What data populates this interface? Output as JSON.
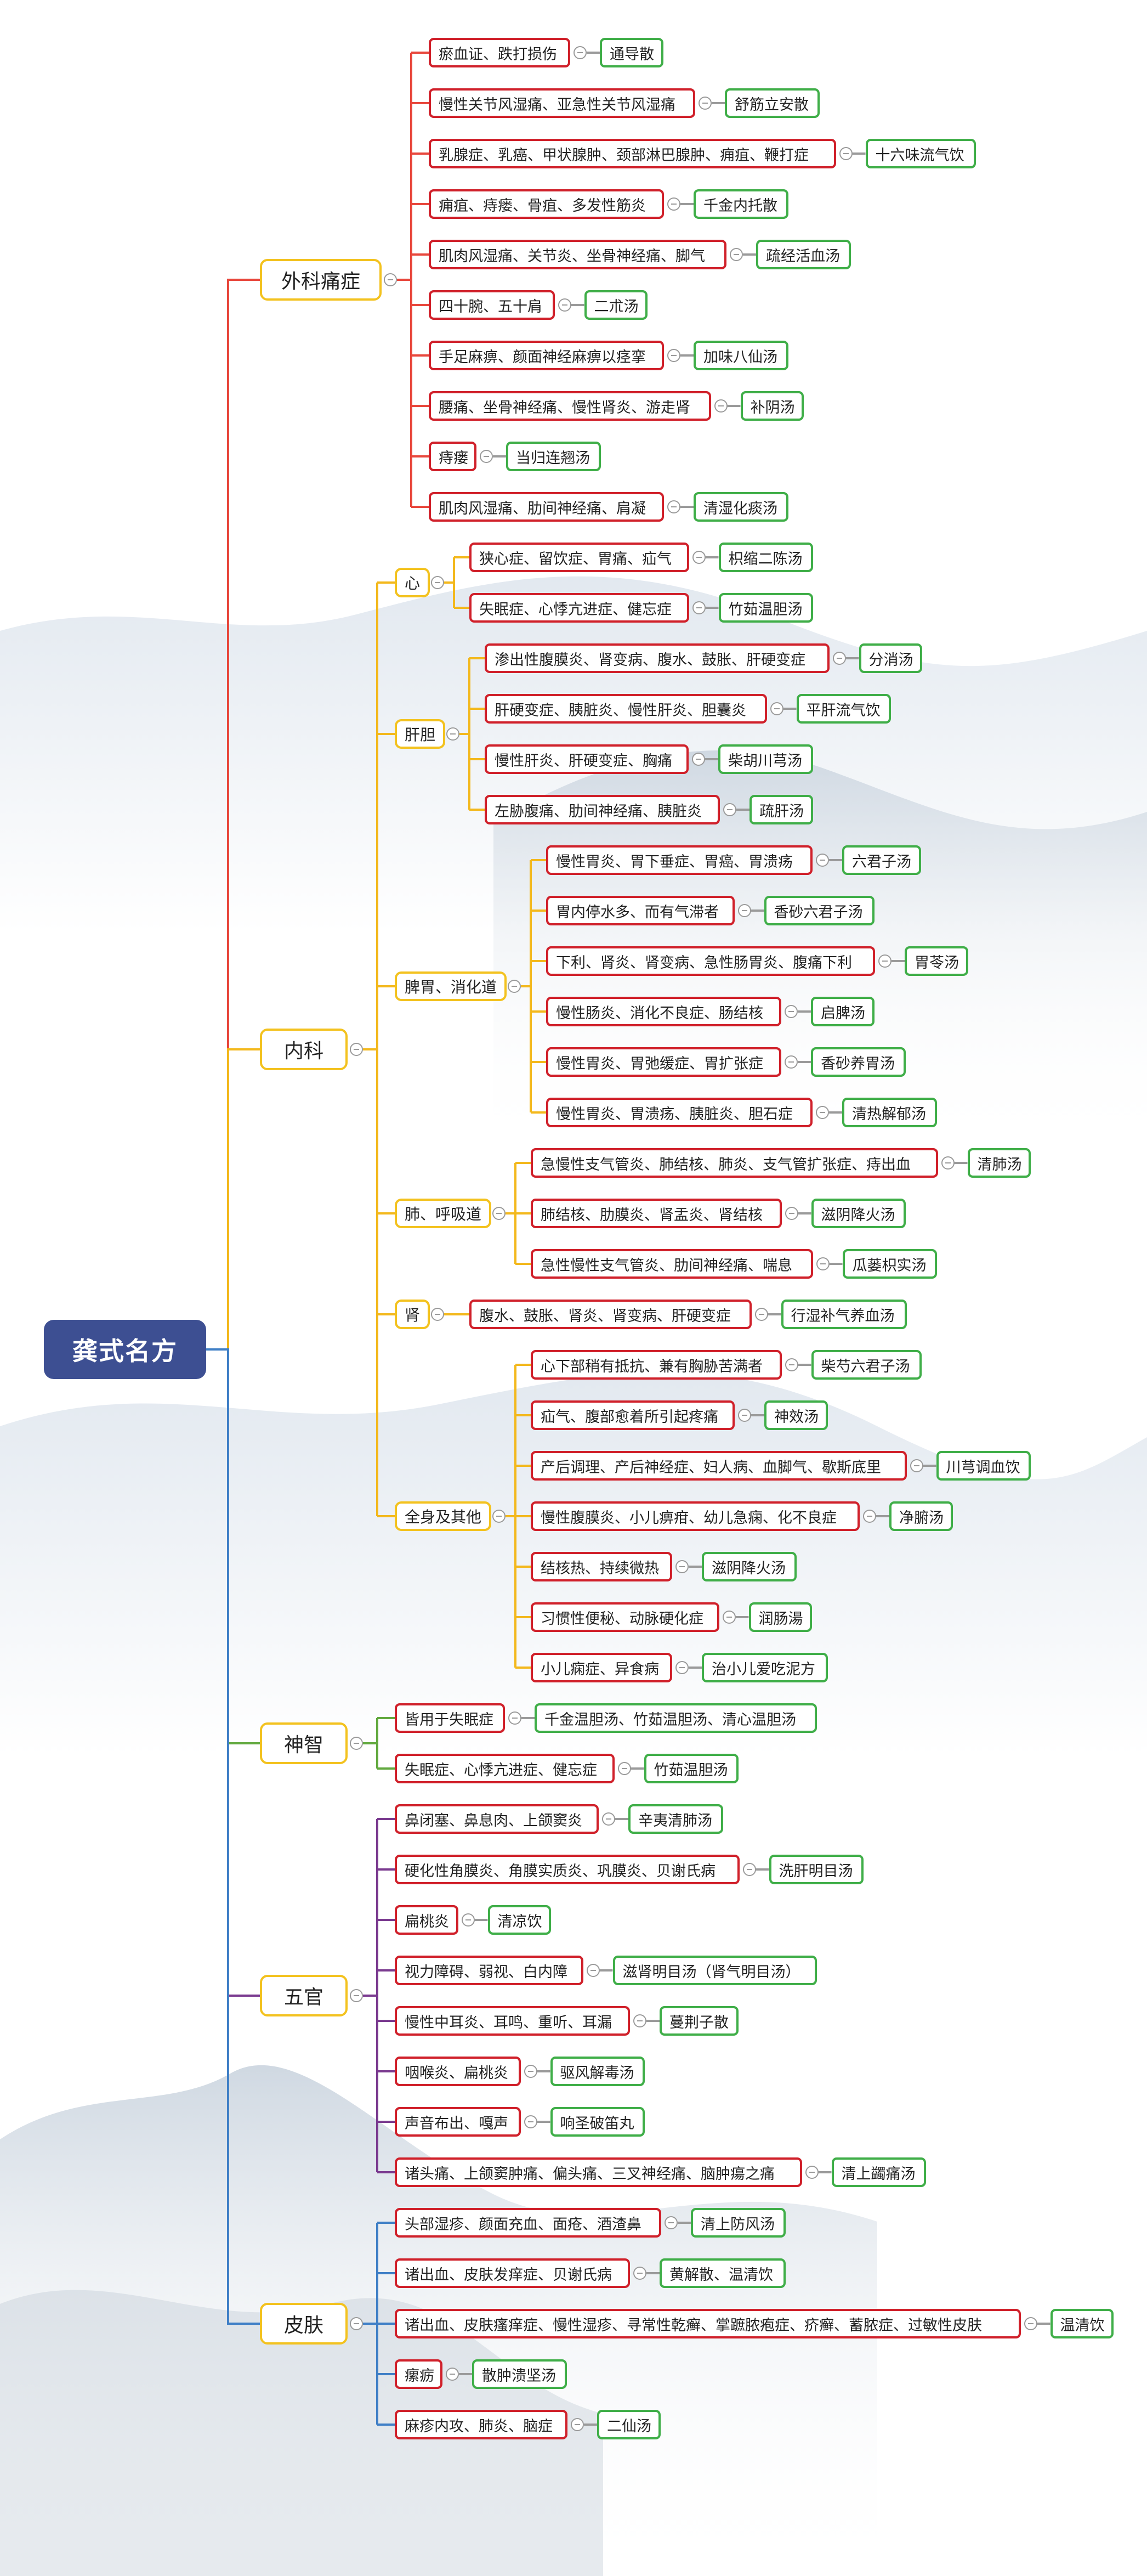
{
  "root": "龚式名方",
  "categories": [
    {
      "label": "外科痛症",
      "color": "#e8473c",
      "items": [
        {
          "condition": "瘀血证、跌打损伤",
          "remedy": "通导散"
        },
        {
          "condition": "慢性关节风湿痛、亚急性关节风湿痛",
          "remedy": "舒筋立安散"
        },
        {
          "condition": "乳腺症、乳癌、甲状腺肿、颈部淋巴腺肿、痈疽、鞭打症",
          "remedy": "十六味流气饮"
        },
        {
          "condition": "痈疽、痔瘘、骨疽、多发性筋炎",
          "remedy": "千金内托散"
        },
        {
          "condition": "肌肉风湿痛、关节炎、坐骨神经痛、脚气",
          "remedy": "疏经活血汤"
        },
        {
          "condition": "四十腕、五十肩",
          "remedy": "二朮汤"
        },
        {
          "condition": "手足麻痹、颜面神经麻痹以痉挛",
          "remedy": "加味八仙汤"
        },
        {
          "condition": "腰痛、坐骨神经痛、慢性肾炎、游走肾",
          "remedy": "补阴汤"
        },
        {
          "condition": "痔瘘",
          "remedy": "当归连翘汤"
        },
        {
          "condition": "肌肉风湿痛、肋间神经痛、肩凝",
          "remedy": "清湿化痰汤"
        }
      ]
    },
    {
      "label": "内科",
      "color": "#f3b81c",
      "subgroups": [
        {
          "label": "心",
          "items": [
            {
              "condition": "狭心症、留饮症、胃痛、疝气",
              "remedy": "枳缩二陈汤"
            },
            {
              "condition": "失眠症、心悸亢进症、健忘症",
              "remedy": "竹茹温胆汤"
            }
          ]
        },
        {
          "label": "肝胆",
          "items": [
            {
              "condition": "渗出性腹膜炎、肾变病、腹水、鼓胀、肝硬变症",
              "remedy": "分消汤"
            },
            {
              "condition": "肝硬变症、胰脏炎、慢性肝炎、胆囊炎",
              "remedy": "平肝流气饮"
            },
            {
              "condition": "慢性肝炎、肝硬变症、胸痛",
              "remedy": "柴胡川芎汤"
            },
            {
              "condition": "左胁腹痛、肋间神经痛、胰脏炎",
              "remedy": "疏肝汤"
            }
          ]
        },
        {
          "label": "脾胃、消化道",
          "items": [
            {
              "condition": "慢性胃炎、胃下垂症、胃癌、胃溃疡",
              "remedy": "六君子汤"
            },
            {
              "condition": "胃内停水多、而有气滞者",
              "remedy": "香砂六君子汤"
            },
            {
              "condition": "下利、肾炎、肾变病、急性肠胃炎、腹痛下利",
              "remedy": "胃苓汤"
            },
            {
              "condition": "慢性肠炎、消化不良症、肠结核",
              "remedy": "启脾汤"
            },
            {
              "condition": "慢性胃炎、胃弛缓症、胃扩张症",
              "remedy": "香砂养胃汤"
            },
            {
              "condition": "慢性胃炎、胃溃疡、胰脏炎、胆石症",
              "remedy": "清热解郁汤"
            }
          ]
        },
        {
          "label": "肺、呼吸道",
          "items": [
            {
              "condition": "急慢性支气管炎、肺结核、肺炎、支气管扩张症、痔出血",
              "remedy": "清肺汤"
            },
            {
              "condition": "肺结核、肋膜炎、肾盂炎、肾结核",
              "remedy": "滋阴降火汤"
            },
            {
              "condition": "急性慢性支气管炎、肋间神经痛、喘息",
              "remedy": "瓜蒌枳实汤"
            }
          ]
        },
        {
          "label": "肾",
          "items": [
            {
              "condition": "腹水、鼓胀、肾炎、肾变病、肝硬变症",
              "remedy": "行湿补气养血汤"
            }
          ]
        },
        {
          "label": "全身及其他",
          "items": [
            {
              "condition": "心下部稍有抵抗、兼有胸胁苦满者",
              "remedy": "柴芍六君子汤"
            },
            {
              "condition": "疝气、腹部愈着所引起疼痛",
              "remedy": "神效汤"
            },
            {
              "condition": "产后调理、产后神经症、妇人病、血脚气、歇斯底里",
              "remedy": "川芎调血饮"
            },
            {
              "condition": "慢性腹膜炎、小儿痹疳、幼儿急痫、化不良症",
              "remedy": "净腑汤"
            },
            {
              "condition": "结核热、持续微热",
              "remedy": "滋阴降火汤"
            },
            {
              "condition": "习惯性便秘、动脉硬化症",
              "remedy": "润肠湯"
            },
            {
              "condition": "小儿痫症、异食病",
              "remedy": "治小儿爱吃泥方"
            }
          ]
        }
      ]
    },
    {
      "label": "神智",
      "color": "#62a93f",
      "items": [
        {
          "condition": "皆用于失眠症",
          "remedy": "千金温胆汤、竹茹温胆汤、清心温胆汤"
        },
        {
          "condition": "失眠症、心悸亢进症、健忘症",
          "remedy": "竹茹温胆汤"
        }
      ]
    },
    {
      "label": "五官",
      "color": "#7a3a8f",
      "items": [
        {
          "condition": "鼻闭塞、鼻息肉、上颌窦炎",
          "remedy": "辛夷清肺汤"
        },
        {
          "condition": "硬化性角膜炎、角膜实质炎、巩膜炎、贝谢氏病",
          "remedy": "洗肝明目汤"
        },
        {
          "condition": "扁桃炎",
          "remedy": "清凉饮"
        },
        {
          "condition": "视力障碍、弱视、白内障",
          "remedy": "滋肾明目汤（肾气明目汤）"
        },
        {
          "condition": "慢性中耳炎、耳鸣、重听、耳漏",
          "remedy": "蔓荆子散"
        },
        {
          "condition": "咽喉炎、扁桃炎",
          "remedy": "驱风解毒汤"
        },
        {
          "condition": "声音布出、嘎声",
          "remedy": "响圣破笛丸"
        },
        {
          "condition": "诸头痛、上颌窦肿痛、偏头痛、三叉神经痛、脑肿瘍之痛",
          "remedy": "清上蠲痛汤"
        }
      ]
    },
    {
      "label": "皮肤",
      "color": "#3f7fc6",
      "items": [
        {
          "condition": "头部湿疹、颜面充血、面疮、酒渣鼻",
          "remedy": "清上防风汤"
        },
        {
          "condition": "诸出血、皮肤发痒症、贝谢氏病",
          "remedy": "黄解散、温清饮"
        },
        {
          "condition": "诸出血、皮肤瘙痒症、慢性湿疹、寻常性乾癣、掌蹠脓疱症、疥癣、蓄脓症、过敏性皮肤",
          "remedy": "温清饮"
        },
        {
          "condition": "瘰疬",
          "remedy": "散肿溃坚汤"
        },
        {
          "condition": "麻疹内攻、肺炎、脑症",
          "remedy": "二仙汤"
        }
      ]
    }
  ]
}
